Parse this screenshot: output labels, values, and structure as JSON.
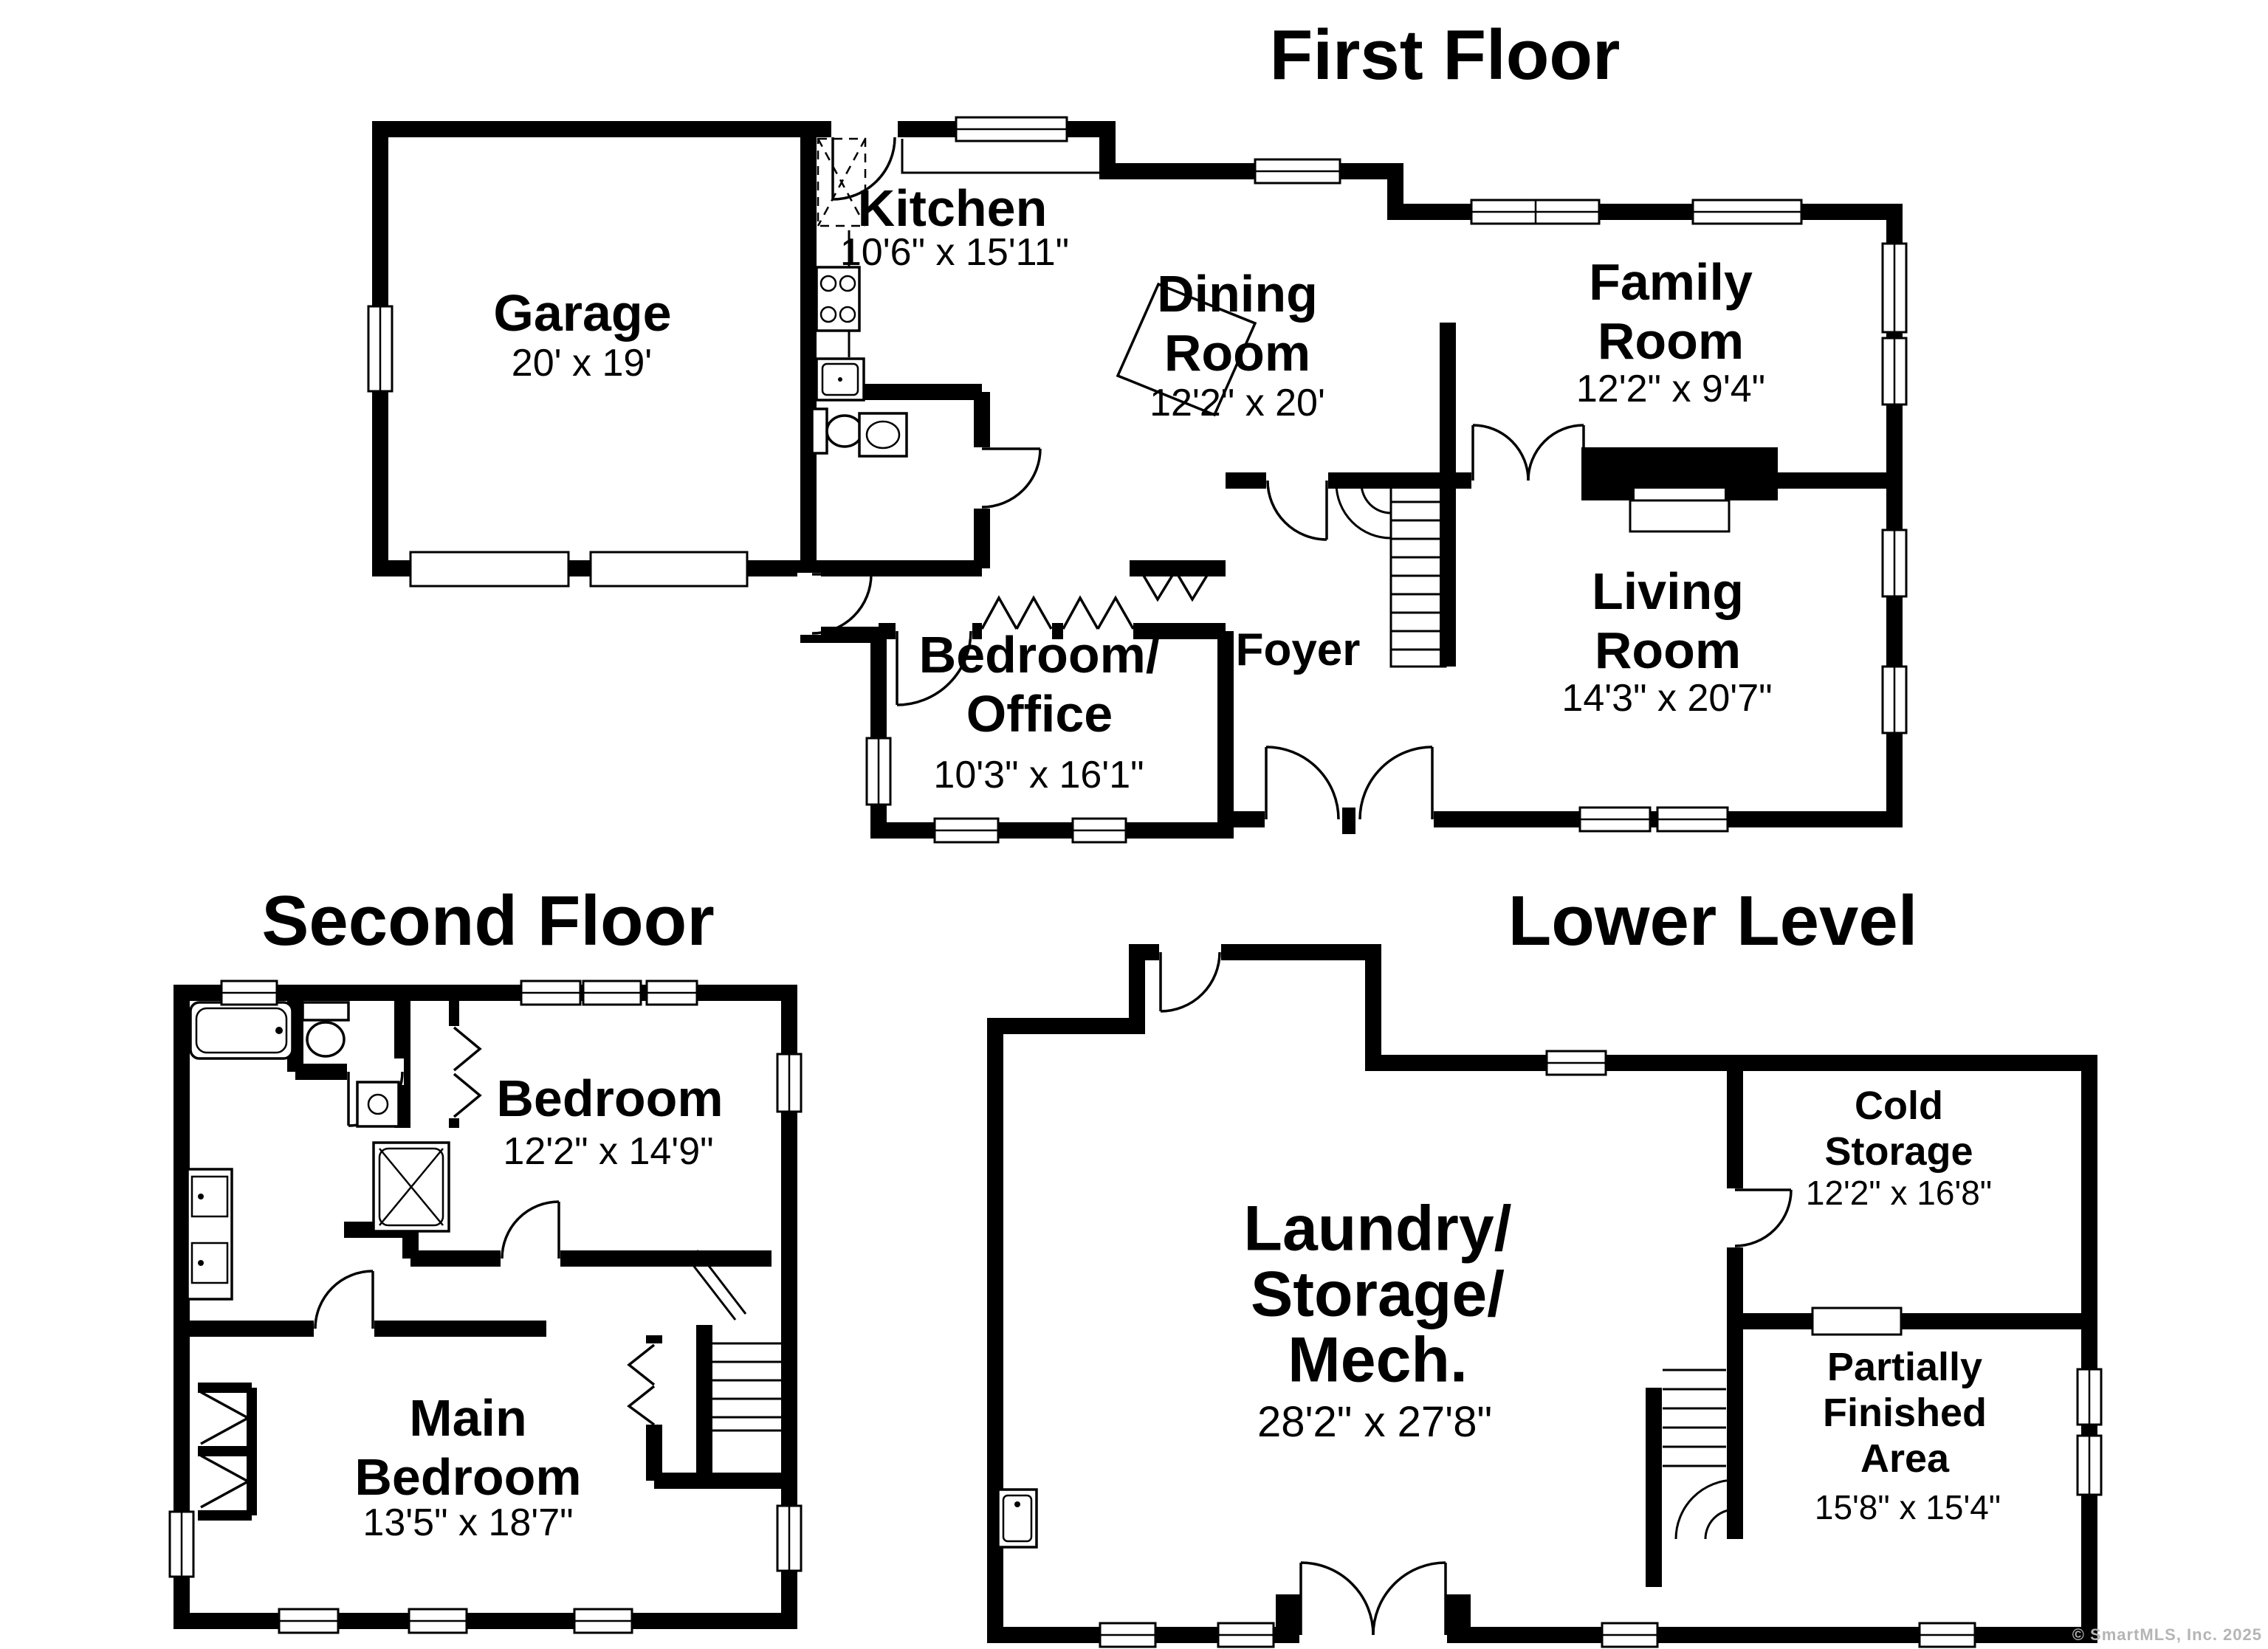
{
  "floors": {
    "first": {
      "title": "First Floor",
      "rooms": {
        "garage": {
          "name": "Garage",
          "dims": "20' x 19'"
        },
        "kitchen": {
          "name": "Kitchen",
          "dims": "10'6\" x 15'11\""
        },
        "dining_room": {
          "name": "Dining\nRoom",
          "dims": "12'2\" x 20'"
        },
        "family_room": {
          "name": "Family\nRoom",
          "dims": "12'2\" x 9'4\""
        },
        "living_room": {
          "name": "Living\nRoom",
          "dims": "14'3\" x 20'7\""
        },
        "bedroom_office": {
          "name": "Bedroom/\nOffice",
          "dims": "10'3\" x 16'1\""
        },
        "foyer": {
          "name": "Foyer"
        }
      }
    },
    "second": {
      "title": "Second Floor",
      "rooms": {
        "bedroom": {
          "name": "Bedroom",
          "dims": "12'2\" x 14'9\""
        },
        "main_bedroom": {
          "name": "Main\nBedroom",
          "dims": "13'5\" x 18'7\""
        }
      }
    },
    "lower": {
      "title": "Lower Level",
      "rooms": {
        "laundry_storage_mech": {
          "name": "Laundry/\nStorage/\nMech.",
          "dims": "28'2\" x 27'8\""
        },
        "cold_storage": {
          "name": "Cold\nStorage",
          "dims": "12'2\" x 16'8\""
        },
        "partially_finished": {
          "name": "Partially\nFinished\nArea",
          "dims": "15'8\" x 15'4\""
        }
      }
    }
  },
  "watermark": "© SmartMLS, Inc.  2025"
}
